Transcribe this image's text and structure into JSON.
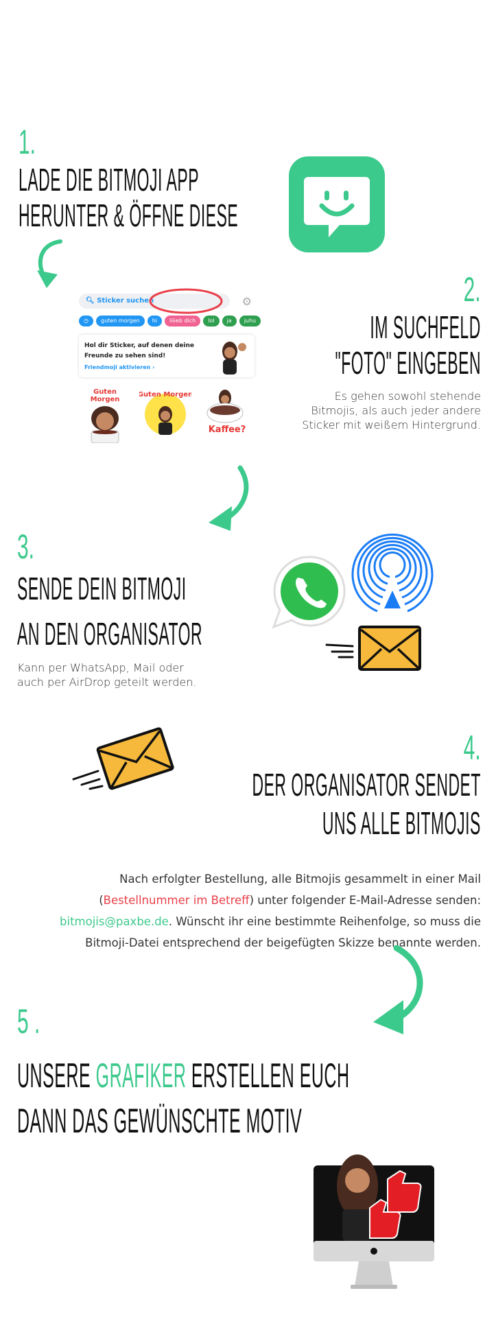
{
  "colors": {
    "accent": "#3cc98c",
    "highlight": "#e8404a",
    "blue": "#2196f3"
  },
  "step1": {
    "number": "1.",
    "line1": "Lade die Bitmoji App",
    "line2": "herunter & öffne diese"
  },
  "step2": {
    "number": "2.",
    "line1": "Im Suchfeld",
    "line2": "\"Foto\" eingeben",
    "desc": [
      "Es gehen sowohl stehende",
      "Bitmojis, als auch jeder andere",
      "Sticker mit weißem Hintergrund."
    ]
  },
  "sticker_app": {
    "search_placeholder": "Sticker suchen",
    "chips": [
      "guten morgen",
      "hi",
      "liiieb dich",
      "lol",
      "ja",
      "juhu"
    ],
    "card_text": "Hol dir Sticker, auf denen deine Freunde zu sehen sind!",
    "card_link": "Friendmoji aktivieren",
    "stickers": [
      "Guten Morgen",
      "Guten Morgen",
      "Kaffee?"
    ]
  },
  "step3": {
    "number": "3.",
    "line1": "Sende dein Bitmoji",
    "line2": "an den Organisator",
    "desc": [
      "Kann per WhatsApp, Mail oder",
      "auch per AirDrop geteilt werden."
    ]
  },
  "step4": {
    "number": "4.",
    "line1": "Der Organisator sendet",
    "line2": "uns alle Bitmojis",
    "para": {
      "a": "Nach erfolgter Bestellung, alle Bitmojis gesammelt in einer Mail (",
      "highlight": "Bestellnummer im Betreff",
      "b": ") unter folgender E-Mail-Adresse senden: ",
      "email": "bitmojis@paxbe.de",
      "c": ". Wünscht ihr eine bestimmte Reihenfolge, so muss die Bitmoji-Datei entsprechend der beigefügten Skizze benannte werden."
    }
  },
  "step5": {
    "number": "5 .",
    "line1a": "Unsere ",
    "line1b": "Grafiker",
    "line1c": " erstellen euch",
    "line2": "dann das gewünschte Motiv"
  }
}
